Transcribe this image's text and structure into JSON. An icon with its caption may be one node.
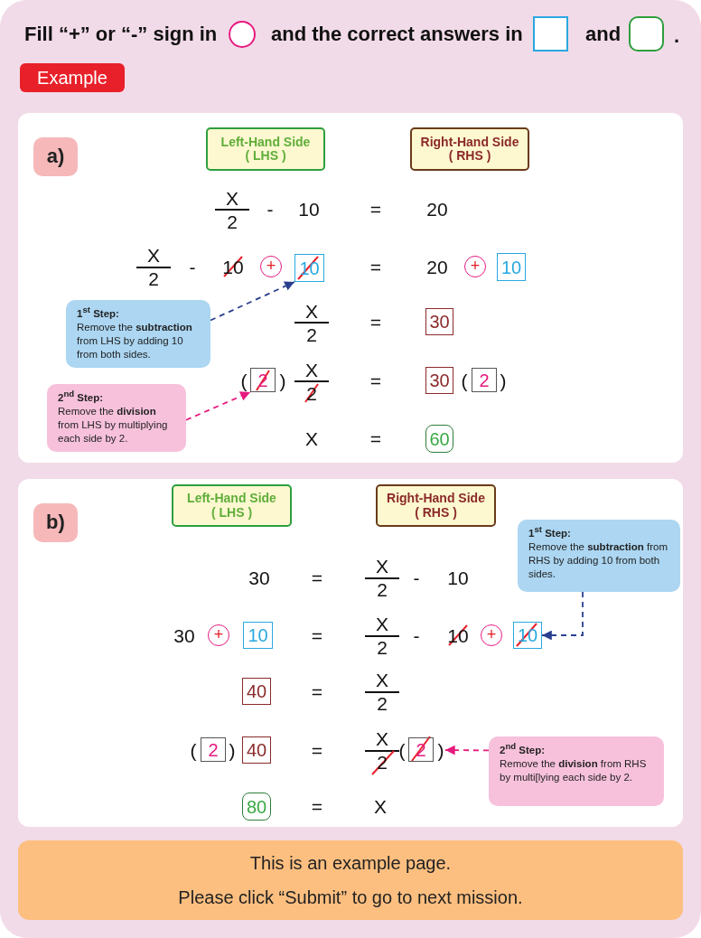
{
  "diagram": {
    "nodes": [
      {
        "text": [
          "Example"
        ]
      },
      {
        "text": [
          "a)"
        ]
      },
      {
        "text": [
          "Left-Hand Side ( LHS )"
        ]
      },
      {
        "text": [
          "Right-Hand Side ( RHS )"
        ]
      },
      {
        "text": [
          "+"
        ]
      },
      {
        "text": [
          "10"
        ]
      },
      {
        "text": [
          "+"
        ]
      },
      {
        "text": [
          "10"
        ]
      },
      {
        "text": [
          "1$^{st}$ Step:",
          "Remove the **subtraction** from LHS by adding 10 from both sides."
        ]
      },
      {
        "text": [
          "30"
        ]
      },
      {
        "text": [
          "2"
        ]
      },
      {
        "text": [
          "30"
        ]
      },
      {
        "text": [
          "2"
        ]
      },
      {
        "text": [
          "2$^{nd}$ Step:",
          "Remove the **division** from LHS by multiplying each side by 2."
        ]
      },
      {
        "text": [
          "60"
        ]
      },
      {
        "text": [
          "b)"
        ]
      },
      {
        "text": [
          "Left-Hand Side ( LHS )"
        ]
      },
      {
        "text": [
          "Right-Hand Side ( RHS )"
        ]
      },
      {
        "text": [
          "1$^{st}$ Step:",
          "Remove the **subtraction** from RHS by adding 10 from both sides."
        ]
      },
      {
        "text": [
          "+"
        ]
      },
      {
        "text": [
          "10"
        ]
      },
      {
        "text": [
          "+"
        ]
      },
      {
        "text": [
          "10"
        ]
      },
      {
        "text": [
          "40"
        ]
      },
      {
        "text": [
          "2"
        ]
      },
      {
        "text": [
          "40"
        ]
      },
      {
        "text": [
          "2"
        ]
      },
      {
        "text": [
          "2$^{nd}$ Step:",
          "Remove the **division** from RHS by multi[lying each side by 2."
        ]
      },
      {
        "text": [
          "80"
        ]
      },
      {
        "text": [
          "This is an example page.",
          "Please click “Submit” to go to next mission."
        ]
      }
    ],
    "edges": [
      {
        "from": 8,
        "to": 5,
        "arrow": "to",
        "style": "dashed",
        "color": "#2b3f8f"
      },
      {
        "from": 13,
        "to": 10,
        "arrow": "to",
        "style": "dashed",
        "color": "#e6197f"
      },
      {
        "from": 18,
        "to": 22,
        "arrow": "to",
        "style": "dashed",
        "color": "#2b3f8f"
      },
      {
        "from": 27,
        "to": 26,
        "arrow": "to",
        "style": "dashed",
        "color": "#e6197f"
      }
    ],
    "labels": [
      "Fill “+” or “-” sign in",
      "and the correct answers in",
      "and",
      ".",
      "X",
      "2",
      "-",
      "10",
      "=",
      "20",
      "X",
      "2",
      "-",
      "10",
      "=",
      "20",
      "X",
      "2",
      "=",
      "(",
      ")",
      "X",
      "2",
      "=",
      "(",
      ")",
      "X",
      "=",
      "30",
      "=",
      "X",
      "2",
      "-",
      "10",
      "30",
      "=",
      "X",
      "2",
      "-",
      "10",
      "=",
      "X",
      "2",
      "(",
      ")",
      "=",
      "X",
      "2",
      "(",
      ")",
      "=",
      "X"
    ]
  }
}
